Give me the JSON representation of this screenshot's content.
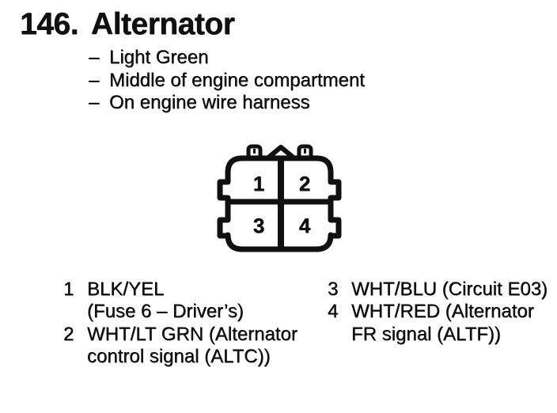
{
  "document": {
    "section_number": "146.",
    "title": "Alternator",
    "bullet_prefix": "–",
    "location_notes": [
      "Light Green",
      "Middle of engine compartment",
      "On engine wire harness"
    ],
    "connector": {
      "pins": [
        "1",
        "2",
        "3",
        "4"
      ]
    },
    "pin_descriptions": {
      "left_column": [
        {
          "number": "1",
          "lines": [
            "BLK/YEL",
            "(Fuse 6 – Driver’s)"
          ]
        },
        {
          "number": "2",
          "lines": [
            "WHT/LT GRN (Alternator",
            "control signal (ALTC))"
          ]
        }
      ],
      "right_column": [
        {
          "number": "3",
          "lines": [
            "WHT/BLU (Circuit E03)"
          ]
        },
        {
          "number": "4",
          "lines": [
            "WHT/RED (Alternator",
            "FR signal (ALTF))"
          ]
        }
      ]
    },
    "colors": {
      "ink": "#101010",
      "paper": "#ffffff"
    }
  }
}
